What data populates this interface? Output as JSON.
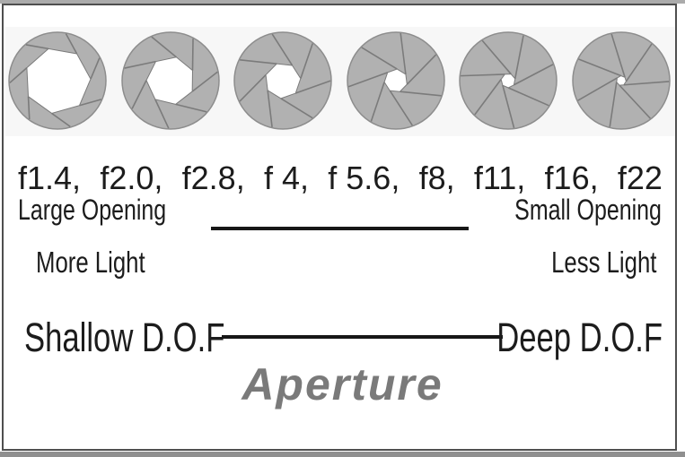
{
  "figure": {
    "title": "Aperture"
  },
  "fstops": {
    "items": [
      "f1.4,",
      "f2.0,",
      "f2.8,",
      "f 4,",
      "f 5.6,",
      "f8,",
      "f11,",
      "f16,",
      "f22"
    ]
  },
  "labels": {
    "large_opening": "Large Opening",
    "small_opening": "Small Opening",
    "more_light": "More Light",
    "less_light": "Less Light",
    "shallow_dof": "Shallow D.O.F",
    "deep_dof": "Deep D.O.F"
  },
  "apertures": {
    "blade_count": 7,
    "items": [
      {
        "opening_radius": 37,
        "rotation": 100
      },
      {
        "opening_radius": 27,
        "rotation": 78
      },
      {
        "opening_radius": 20,
        "rotation": 96
      },
      {
        "opening_radius": 13,
        "rotation": 70
      },
      {
        "opening_radius": 8,
        "rotation": 88
      },
      {
        "opening_radius": 5.5,
        "rotation": 60
      }
    ]
  },
  "colors": {
    "ink": "#1c1c1c",
    "title": "#7a7a7a",
    "aperture_fill": "#b1b1b1",
    "aperture_line": "#7b7b7b",
    "aperture_outline": "#8d8d8d",
    "frame_border": "#4f4f4f",
    "frame_top_strip": "#ababab",
    "frame_bottom_strip": "#8f8f8f",
    "rule": "#171717"
  }
}
